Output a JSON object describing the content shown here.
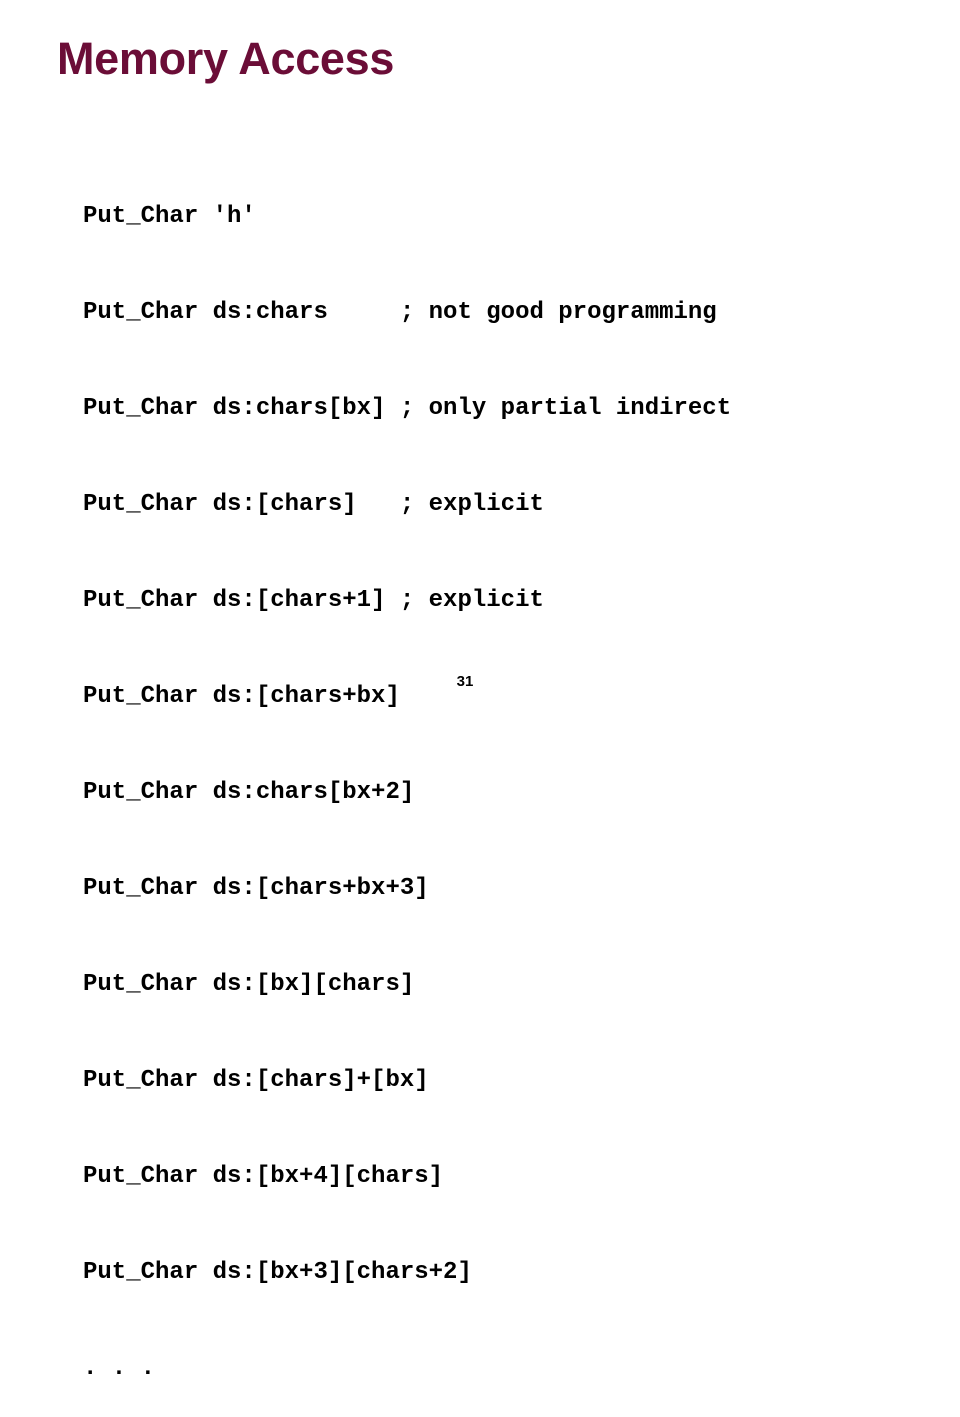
{
  "slide": {
    "title": "Memory Access",
    "page_number": "31",
    "code_lines": [
      "Put_Char 'h'",
      "Put_Char ds:chars     ; not good programming",
      "Put_Char ds:chars[bx] ; only partial indirect",
      "Put_Char ds:[chars]   ; explicit",
      "Put_Char ds:[chars+1] ; explicit",
      "Put_Char ds:[chars+bx]",
      "Put_Char ds:chars[bx+2]",
      "Put_Char ds:[chars+bx+3]",
      "Put_Char ds:[bx][chars]",
      "Put_Char ds:[chars]+[bx]",
      "Put_Char ds:[bx+4][chars]",
      "Put_Char ds:[bx+3][chars+2]",
      ". . ."
    ],
    "colors": {
      "title": "#6b0d37",
      "text": "#000000",
      "background": "#ffffff"
    }
  }
}
